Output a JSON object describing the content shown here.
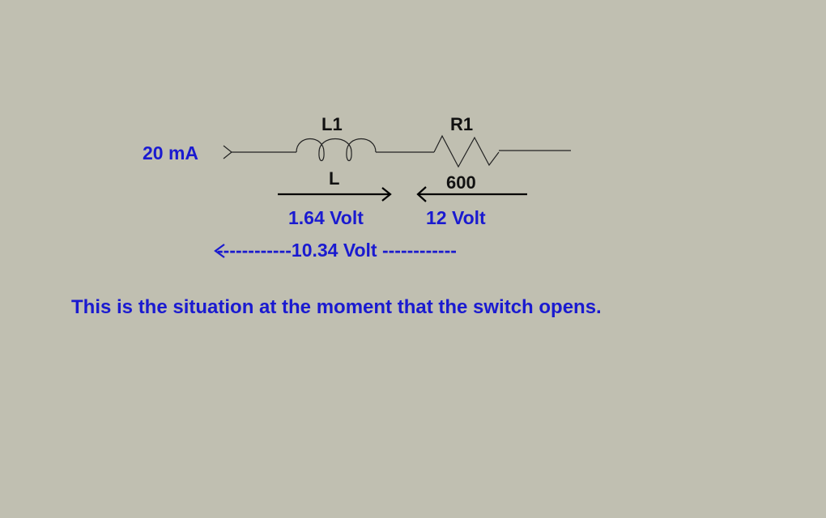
{
  "diagram": {
    "source_current": "20 mA",
    "inductor": {
      "ref": "L1",
      "value": "L",
      "voltage": "1.64 Volt"
    },
    "resistor": {
      "ref": "R1",
      "value": "600",
      "voltage": "12 Volt"
    },
    "total_voltage": "------------10.34 Volt ------------",
    "caption": "This is the situation at the moment that the switch opens."
  },
  "colors": {
    "background": "#c0bfb1",
    "label_blue": "#1a1ad0",
    "label_black": "#111111",
    "wire": "#222222"
  }
}
